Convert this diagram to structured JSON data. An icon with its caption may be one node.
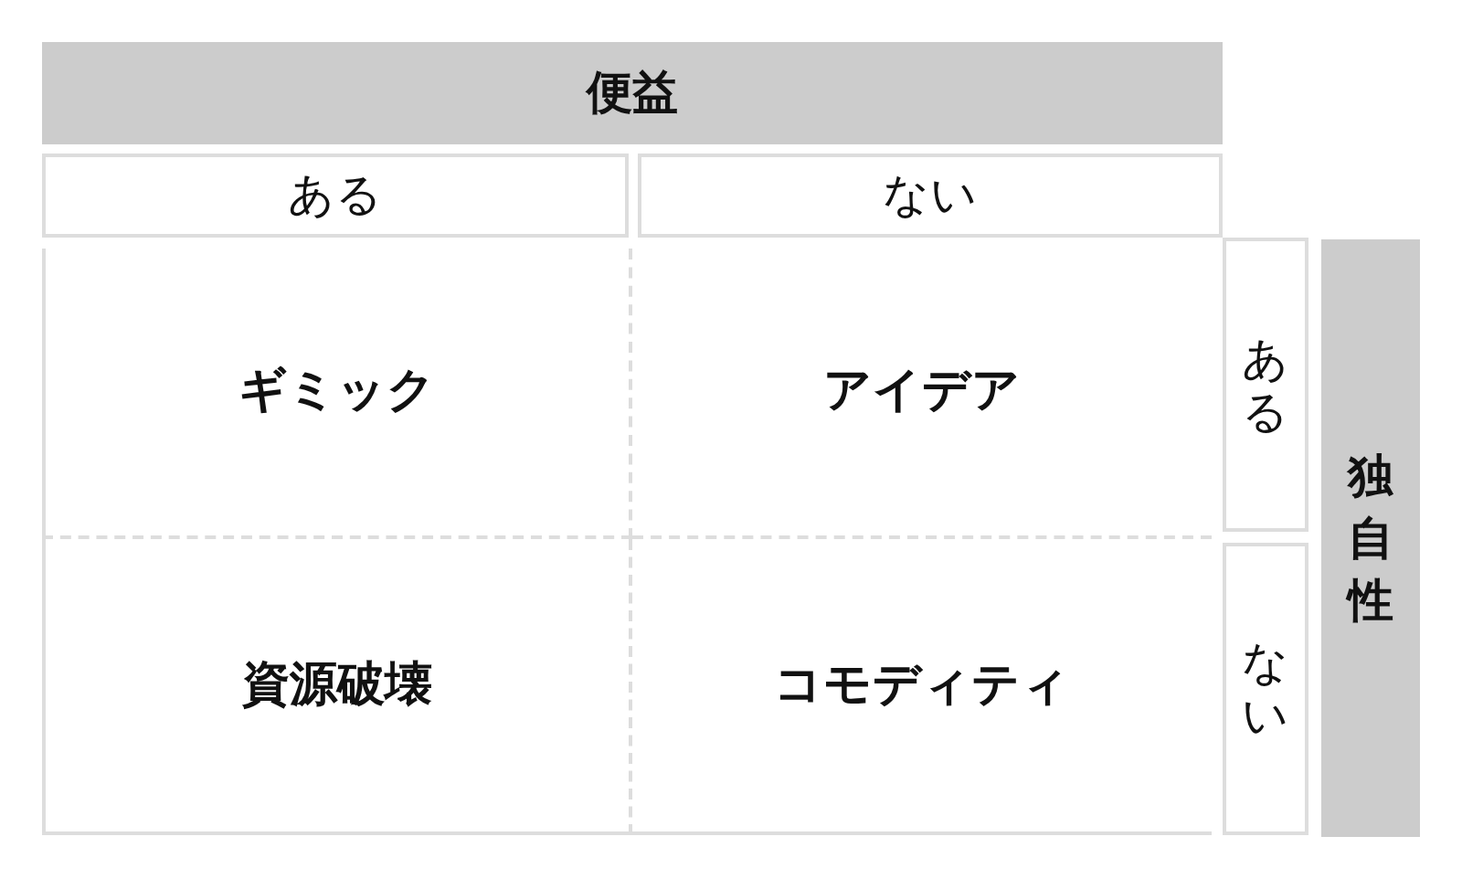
{
  "diagram": {
    "nodes": [
      {
        "text": [
          "便益"
        ]
      },
      {
        "text": [
          "ある"
        ]
      },
      {
        "text": [
          "ない"
        ]
      },
      {
        "text": [
          "独自性"
        ]
      },
      {
        "text": [
          "ある"
        ]
      },
      {
        "text": [
          "ない"
        ]
      },
      {
        "text": [
          "ギミック"
        ]
      },
      {
        "text": [
          "アイデア"
        ]
      },
      {
        "text": [
          "資源破壊"
        ]
      },
      {
        "text": [
          "コモディティ"
        ]
      }
    ]
  }
}
